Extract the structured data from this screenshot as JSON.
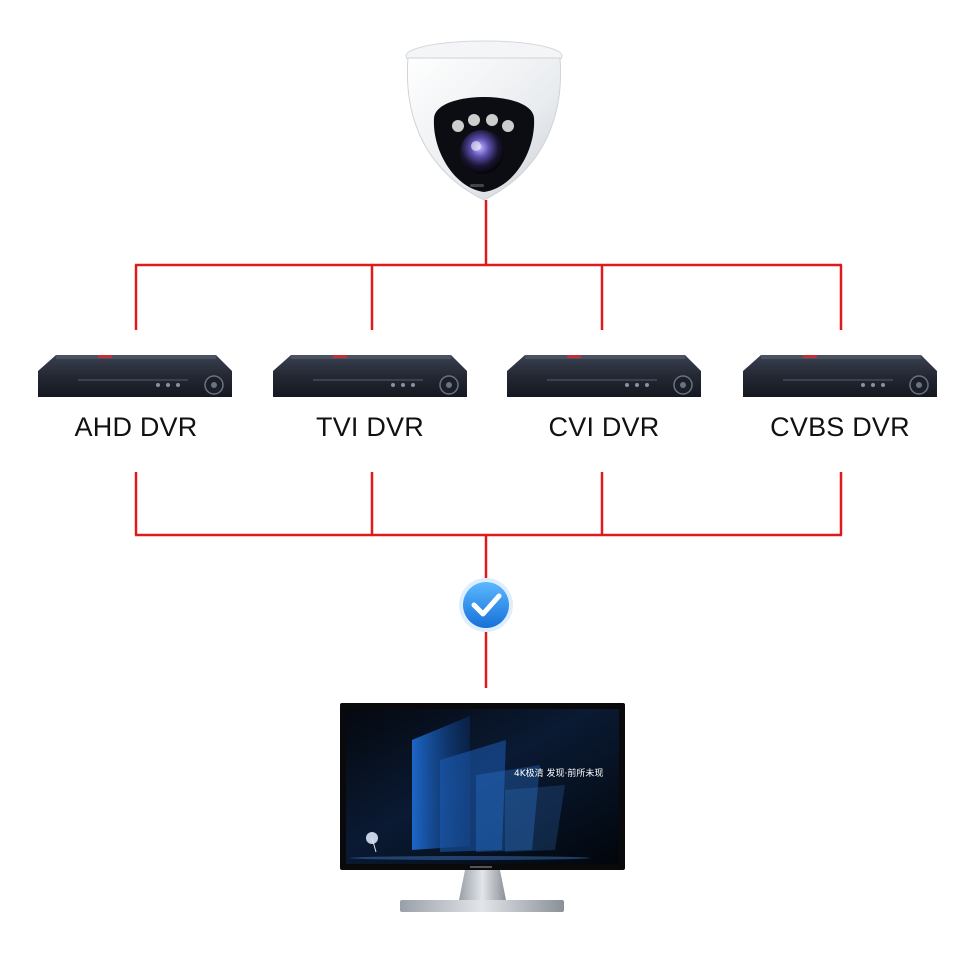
{
  "colors": {
    "connector": "#e01a1a",
    "device_body": "#1e2430",
    "check_badge": "#2a8bf0"
  },
  "devices": {
    "camera": {
      "icon": "dome-camera-icon"
    },
    "dvrs": [
      {
        "label": "AHD DVR",
        "icon": "dvr-icon"
      },
      {
        "label": "TVI DVR",
        "icon": "dvr-icon"
      },
      {
        "label": "CVI DVR",
        "icon": "dvr-icon"
      },
      {
        "label": "CVBS DVR",
        "icon": "dvr-icon"
      }
    ],
    "compatibility_mark": {
      "icon": "checkmark-icon"
    },
    "monitor": {
      "icon": "monitor-icon",
      "screen_text": "4K极清 发现·前所未现"
    }
  }
}
